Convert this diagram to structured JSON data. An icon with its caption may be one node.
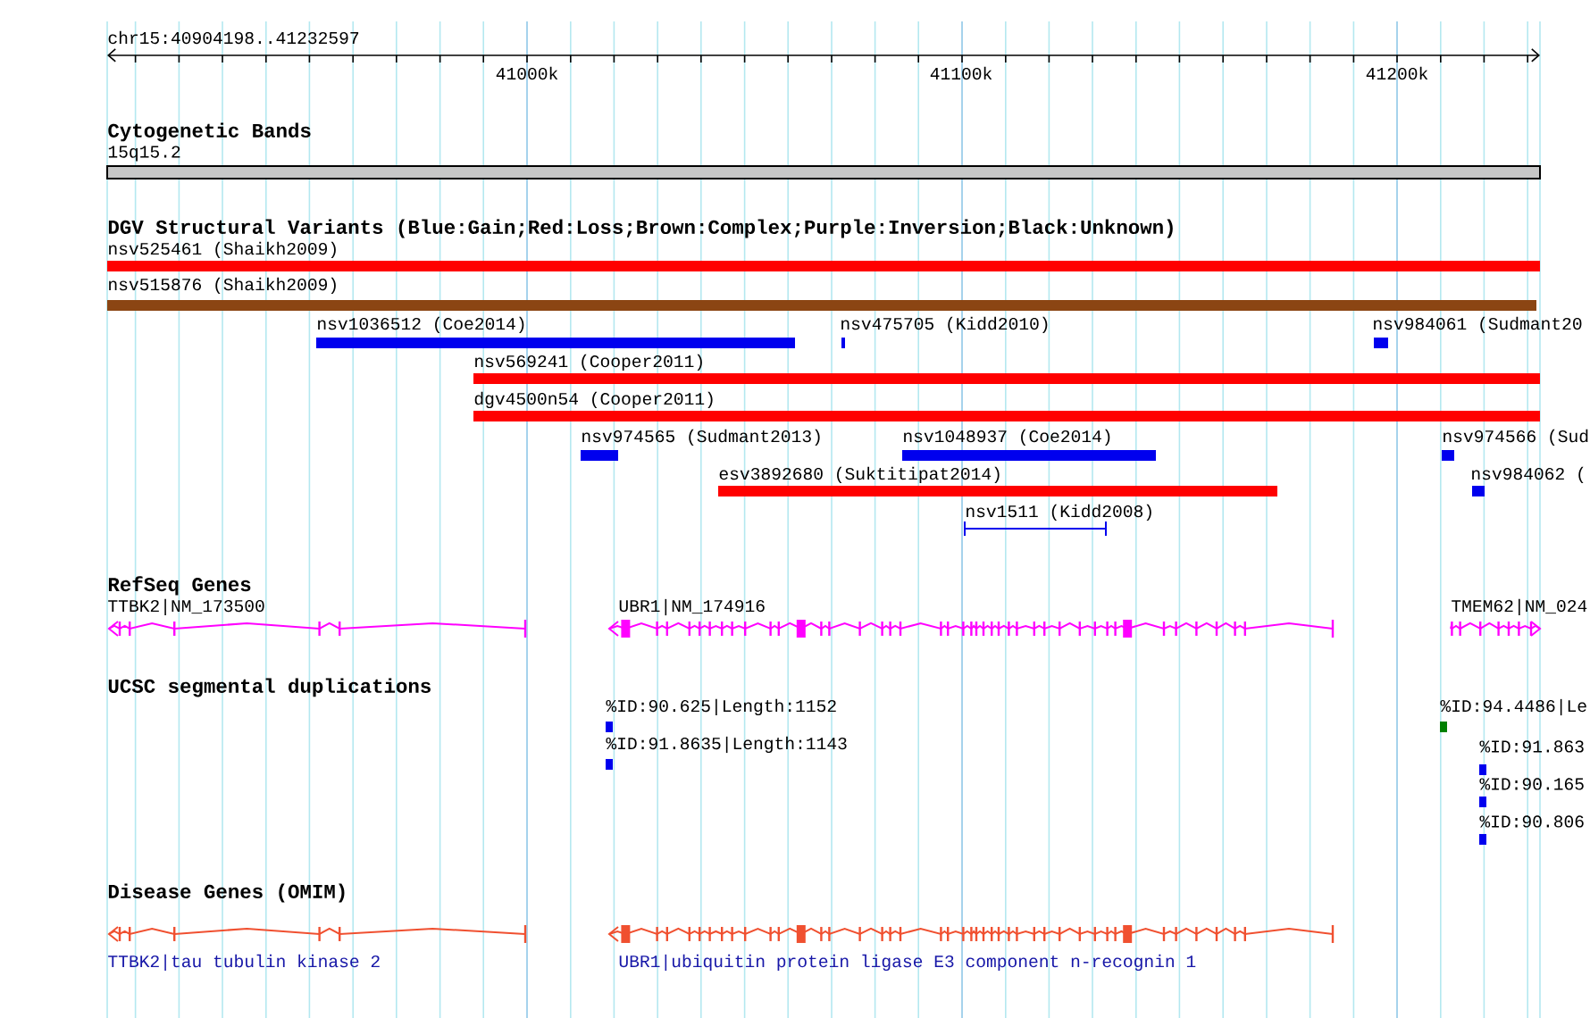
{
  "diagram": {
    "labels": [
      "chr15:40904198..41232597",
      "41000k",
      "41100k",
      "41200k",
      "Cytogenetic Bands",
      "15q15.2",
      "DGV Structural Variants (Blue:Gain;Red:Loss;Brown:Complex;Purple:Inversion;Black:Unknown)",
      "nsv525461 (Shaikh2009)",
      "nsv515876 (Shaikh2009)",
      "nsv1036512 (Coe2014)",
      "nsv475705 (Kidd2010)",
      "nsv984061 (Sudmant20",
      "nsv569241 (Cooper2011)",
      "dgv4500n54 (Cooper2011)",
      "nsv974565 (Sudmant2013)",
      "nsv1048937 (Coe2014)",
      "nsv974566 (Sud",
      "esv3892680 (Suktitipat2014)",
      "nsv984062 (",
      "nsv1511 (Kidd2008)",
      "RefSeq Genes",
      "TTBK2|NM_173500",
      "UBR1|NM_174916",
      "TMEM62|NM_024",
      "UCSC segmental duplications",
      "%ID:90.625|Length:1152",
      "%ID:94.4486|Le",
      "%ID:91.8635|Length:1143",
      "%ID:91.863",
      "%ID:90.165",
      "%ID:90.806",
      "Disease Genes (OMIM)",
      "TTBK2|tau tubulin kinase 2",
      "UBR1|ubiquitin protein ligase E3 component n-recognin 1"
    ]
  }
}
